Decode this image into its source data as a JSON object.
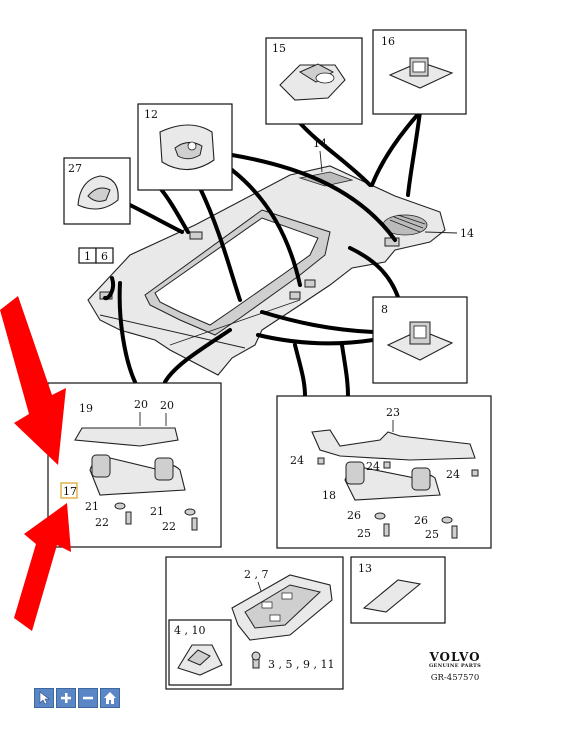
{
  "brand": {
    "logo_text": "VOLVO",
    "subtitle": "GENUINE PARTS",
    "reference": "GR-457570"
  },
  "callouts": {
    "c15": "15",
    "c16": "16",
    "c14a": "14",
    "c14b": "14",
    "c12": "12",
    "c27": "27",
    "c1": "1",
    "c6": "6",
    "c8": "8",
    "c19": "19",
    "c20a": "20",
    "c20b": "20",
    "c17": "17",
    "c21a": "21",
    "c21b": "21",
    "c22a": "22",
    "c22b": "22",
    "c23": "23",
    "c24a": "24",
    "c24b": "24",
    "c24c": "24",
    "c18": "18",
    "c26a": "26",
    "c26b": "26",
    "c25a": "25",
    "c25b": "25",
    "c2_7": "2 , 7",
    "c4_10": "4 , 10",
    "c3_5_9_11": "3 , 5 , 9 , 11",
    "c13": "13"
  },
  "toolbar": {
    "select_icon": "cursor-icon",
    "zoom_in_icon": "plus-icon",
    "zoom_out_icon": "minus-icon",
    "home_icon": "home-icon",
    "color": "#5b86c6"
  },
  "accent": {
    "arrow_color": "#ff0000"
  }
}
